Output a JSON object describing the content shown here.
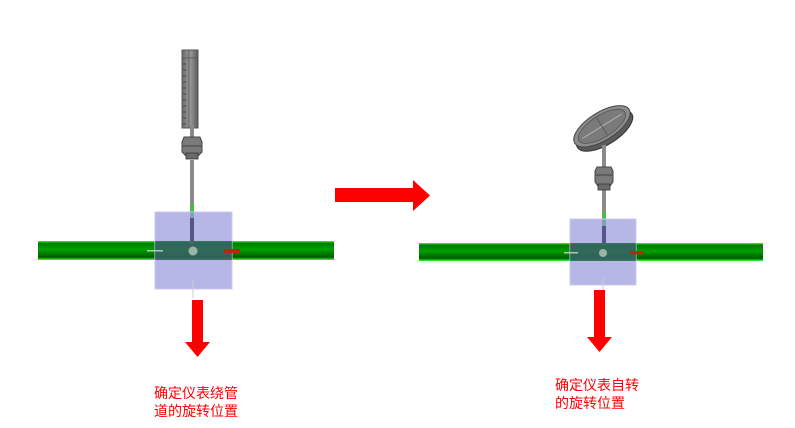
{
  "diagram": {
    "left_panel": {
      "caption_line1": "确定仪表绕管",
      "caption_line2": "道的旋转位置",
      "instrument": "vertical-gauge"
    },
    "right_panel": {
      "caption_line1": "确定仪表自转",
      "caption_line2": "的旋转位置",
      "instrument": "tilted-dial-gauge"
    },
    "colors": {
      "pipe": "#009900",
      "pipe_highlight": "#33ff33",
      "selection_box": "#b3b3e6",
      "arrow": "#ff0000",
      "caption": "#ff0000",
      "gauge": "#808080"
    }
  }
}
